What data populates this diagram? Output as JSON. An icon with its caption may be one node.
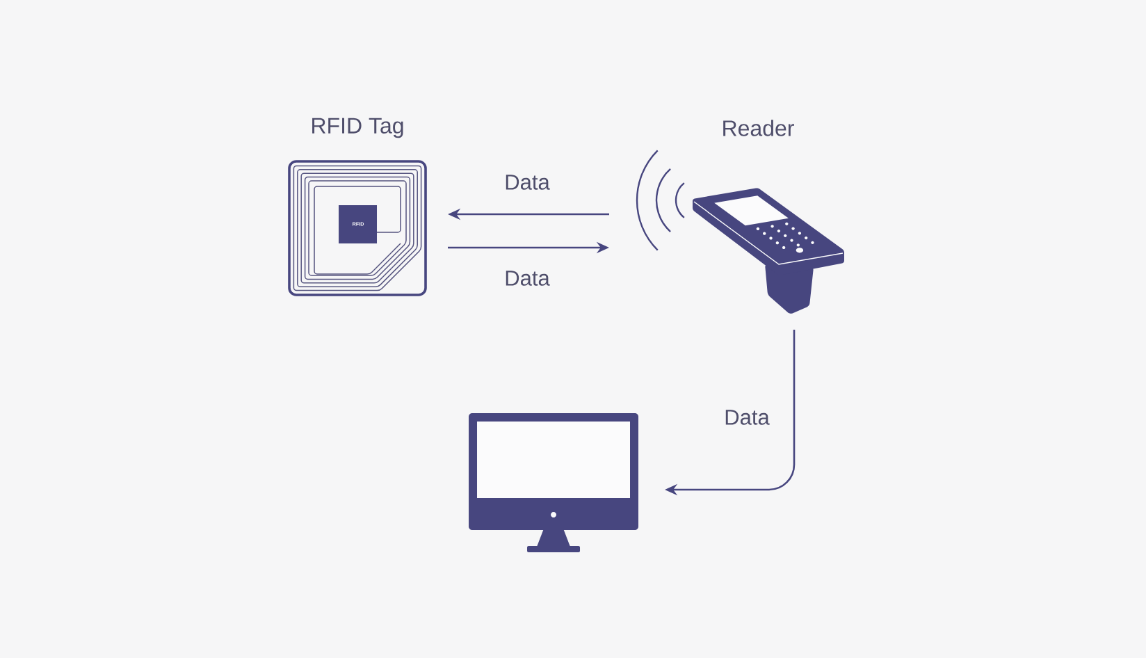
{
  "diagram": {
    "nodes": [
      {
        "text": [
          "RFID Tag"
        ]
      },
      {
        "text": [
          "Reader"
        ]
      },
      {
        "text": [],
        "shape": "picture"
      }
    ],
    "edges": [
      {
        "from": 1,
        "to": 0,
        "arrow": "to",
        "label": "Data"
      },
      {
        "from": 0,
        "to": 1,
        "arrow": "to",
        "label": "Data"
      },
      {
        "from": 1,
        "to": 2,
        "arrow": "to",
        "label": "Data"
      }
    ],
    "labels": [
      "RFID"
    ]
  }
}
